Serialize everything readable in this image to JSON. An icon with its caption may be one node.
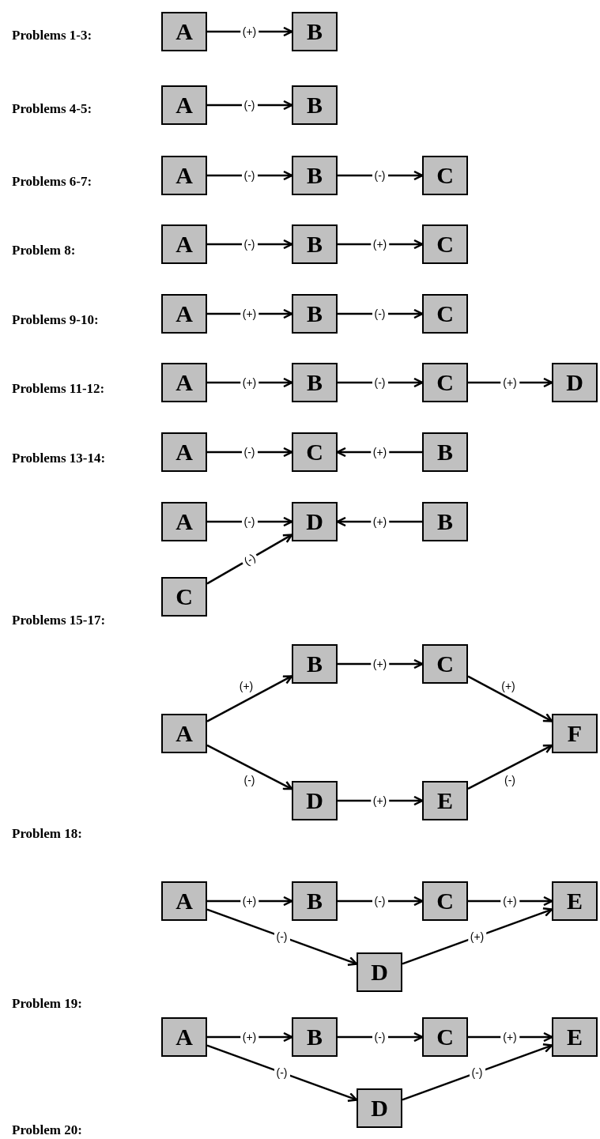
{
  "diagram": {
    "nodes": [
      {
        "text": [
          "A"
        ]
      },
      {
        "text": [
          "B"
        ]
      },
      {
        "text": [
          "A"
        ]
      },
      {
        "text": [
          "B"
        ]
      },
      {
        "text": [
          "A"
        ]
      },
      {
        "text": [
          "B"
        ]
      },
      {
        "text": [
          "C"
        ]
      },
      {
        "text": [
          "A"
        ]
      },
      {
        "text": [
          "B"
        ]
      },
      {
        "text": [
          "C"
        ]
      },
      {
        "text": [
          "A"
        ]
      },
      {
        "text": [
          "B"
        ]
      },
      {
        "text": [
          "C"
        ]
      },
      {
        "text": [
          "A"
        ]
      },
      {
        "text": [
          "B"
        ]
      },
      {
        "text": [
          "C"
        ]
      },
      {
        "text": [
          "D"
        ]
      },
      {
        "text": [
          "A"
        ]
      },
      {
        "text": [
          "C"
        ]
      },
      {
        "text": [
          "B"
        ]
      },
      {
        "text": [
          "A"
        ]
      },
      {
        "text": [
          "D"
        ]
      },
      {
        "text": [
          "B"
        ]
      },
      {
        "text": [
          "C"
        ]
      },
      {
        "text": [
          "B"
        ]
      },
      {
        "text": [
          "C"
        ]
      },
      {
        "text": [
          "A"
        ]
      },
      {
        "text": [
          "F"
        ]
      },
      {
        "text": [
          "D"
        ]
      },
      {
        "text": [
          "E"
        ]
      },
      {
        "text": [
          "A"
        ]
      },
      {
        "text": [
          "B"
        ]
      },
      {
        "text": [
          "C"
        ]
      },
      {
        "text": [
          "E"
        ]
      },
      {
        "text": [
          "D"
        ]
      },
      {
        "text": [
          "A"
        ]
      },
      {
        "text": [
          "B"
        ]
      },
      {
        "text": [
          "C"
        ]
      },
      {
        "text": [
          "E"
        ]
      },
      {
        "text": [
          "D"
        ]
      }
    ],
    "edges": [
      {
        "from": 0,
        "to": 1,
        "arrow": "to",
        "label": "(+)"
      },
      {
        "from": 2,
        "to": 3,
        "arrow": "to",
        "label": "(-)"
      },
      {
        "from": 4,
        "to": 5,
        "arrow": "to",
        "label": "(-)"
      },
      {
        "from": 5,
        "to": 6,
        "arrow": "to",
        "label": "(-)"
      },
      {
        "from": 7,
        "to": 8,
        "arrow": "to",
        "label": "(-)"
      },
      {
        "from": 8,
        "to": 9,
        "arrow": "to",
        "label": "(+)"
      },
      {
        "from": 10,
        "to": 11,
        "arrow": "to",
        "label": "(+)"
      },
      {
        "from": 11,
        "to": 12,
        "arrow": "to",
        "label": "(-)"
      },
      {
        "from": 13,
        "to": 14,
        "arrow": "to",
        "label": "(+)"
      },
      {
        "from": 14,
        "to": 15,
        "arrow": "to",
        "label": "(-)"
      },
      {
        "from": 15,
        "to": 16,
        "arrow": "to",
        "label": "(+)"
      },
      {
        "from": 17,
        "to": 18,
        "arrow": "to",
        "label": "(-)"
      },
      {
        "from": 19,
        "to": 18,
        "arrow": "to",
        "label": "(+)"
      },
      {
        "from": 20,
        "to": 21,
        "arrow": "to",
        "label": "(-)"
      },
      {
        "from": 22,
        "to": 21,
        "arrow": "to",
        "label": "(+)"
      },
      {
        "from": 23,
        "to": 21,
        "arrow": "to",
        "label": "(-)"
      },
      {
        "from": 26,
        "to": 24,
        "arrow": "to",
        "label": "(+)"
      },
      {
        "from": 24,
        "to": 25,
        "arrow": "to",
        "label": "(+)"
      },
      {
        "from": 25,
        "to": 27,
        "arrow": "to",
        "label": "(+)"
      },
      {
        "from": 26,
        "to": 28,
        "arrow": "to",
        "label": "(-)"
      },
      {
        "from": 28,
        "to": 29,
        "arrow": "to",
        "label": "(+)"
      },
      {
        "from": 29,
        "to": 27,
        "arrow": "to",
        "label": "(-)"
      },
      {
        "from": 30,
        "to": 31,
        "arrow": "to",
        "label": "(+)"
      },
      {
        "from": 31,
        "to": 32,
        "arrow": "to",
        "label": "(-)"
      },
      {
        "from": 32,
        "to": 33,
        "arrow": "to",
        "label": "(+)"
      },
      {
        "from": 30,
        "to": 34,
        "arrow": "to",
        "label": "(-)"
      },
      {
        "from": 34,
        "to": 33,
        "arrow": "to",
        "label": "(+)"
      },
      {
        "from": 35,
        "to": 36,
        "arrow": "to",
        "label": "(+)"
      },
      {
        "from": 36,
        "to": 37,
        "arrow": "to",
        "label": "(-)"
      },
      {
        "from": 37,
        "to": 38,
        "arrow": "to",
        "label": "(+)"
      },
      {
        "from": 35,
        "to": 39,
        "arrow": "to",
        "label": "(-)"
      },
      {
        "from": 39,
        "to": 38,
        "arrow": "to",
        "label": "(-)"
      }
    ],
    "labels": [
      "Problems 1-3:",
      "Problems 4-5:",
      "Problems 6-7:",
      "Problem 8:",
      "Problems 9-10:",
      "Problems 11-12:",
      "Problems 13-14:",
      "Problems 15-17:",
      "Problem 18:",
      "Problem 19:",
      "Problem 20:"
    ]
  }
}
